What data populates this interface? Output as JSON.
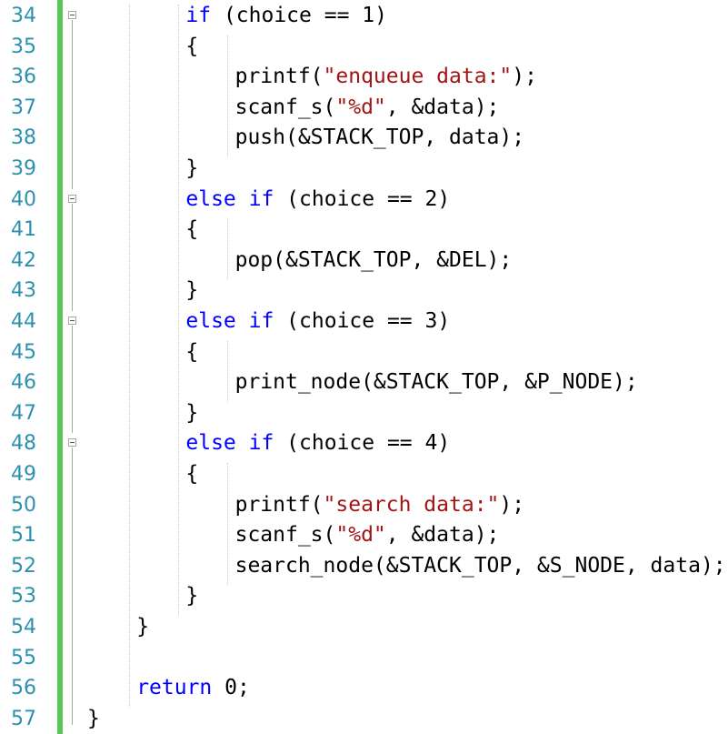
{
  "editor": {
    "lines": [
      {
        "num": "34",
        "indent": "        ",
        "segments": [
          {
            "t": "if",
            "c": "kw"
          },
          {
            "t": " (choice == 1)",
            "c": ""
          }
        ]
      },
      {
        "num": "35",
        "indent": "        ",
        "segments": [
          {
            "t": "{",
            "c": ""
          }
        ]
      },
      {
        "num": "36",
        "indent": "            ",
        "segments": [
          {
            "t": "printf(",
            "c": ""
          },
          {
            "t": "\"enqueue data:\"",
            "c": "str"
          },
          {
            "t": ");",
            "c": ""
          }
        ]
      },
      {
        "num": "37",
        "indent": "            ",
        "segments": [
          {
            "t": "scanf_s(",
            "c": ""
          },
          {
            "t": "\"%d\"",
            "c": "str"
          },
          {
            "t": ", &data);",
            "c": ""
          }
        ]
      },
      {
        "num": "38",
        "indent": "            ",
        "segments": [
          {
            "t": "push(&STACK_TOP, data);",
            "c": ""
          }
        ]
      },
      {
        "num": "39",
        "indent": "        ",
        "segments": [
          {
            "t": "}",
            "c": ""
          }
        ]
      },
      {
        "num": "40",
        "indent": "        ",
        "segments": [
          {
            "t": "else if",
            "c": "kw"
          },
          {
            "t": " (choice == 2)",
            "c": ""
          }
        ]
      },
      {
        "num": "41",
        "indent": "        ",
        "segments": [
          {
            "t": "{",
            "c": ""
          }
        ]
      },
      {
        "num": "42",
        "indent": "            ",
        "segments": [
          {
            "t": "pop(&STACK_TOP, &DEL);",
            "c": ""
          }
        ]
      },
      {
        "num": "43",
        "indent": "        ",
        "segments": [
          {
            "t": "}",
            "c": ""
          }
        ]
      },
      {
        "num": "44",
        "indent": "        ",
        "segments": [
          {
            "t": "else if",
            "c": "kw"
          },
          {
            "t": " (choice == 3)",
            "c": ""
          }
        ]
      },
      {
        "num": "45",
        "indent": "        ",
        "segments": [
          {
            "t": "{",
            "c": ""
          }
        ]
      },
      {
        "num": "46",
        "indent": "            ",
        "segments": [
          {
            "t": "print_node(&STACK_TOP, &P_NODE);",
            "c": ""
          }
        ]
      },
      {
        "num": "47",
        "indent": "        ",
        "segments": [
          {
            "t": "}",
            "c": ""
          }
        ]
      },
      {
        "num": "48",
        "indent": "        ",
        "segments": [
          {
            "t": "else if",
            "c": "kw"
          },
          {
            "t": " (choice == 4)",
            "c": ""
          }
        ]
      },
      {
        "num": "49",
        "indent": "        ",
        "segments": [
          {
            "t": "{",
            "c": ""
          }
        ]
      },
      {
        "num": "50",
        "indent": "            ",
        "segments": [
          {
            "t": "printf(",
            "c": ""
          },
          {
            "t": "\"search data:\"",
            "c": "str"
          },
          {
            "t": ");",
            "c": ""
          }
        ]
      },
      {
        "num": "51",
        "indent": "            ",
        "segments": [
          {
            "t": "scanf_s(",
            "c": ""
          },
          {
            "t": "\"%d\"",
            "c": "str"
          },
          {
            "t": ", &data);",
            "c": ""
          }
        ]
      },
      {
        "num": "52",
        "indent": "            ",
        "segments": [
          {
            "t": "search_node(&STACK_TOP, &S_NODE, data);",
            "c": ""
          }
        ]
      },
      {
        "num": "53",
        "indent": "        ",
        "segments": [
          {
            "t": "}",
            "c": ""
          }
        ]
      },
      {
        "num": "54",
        "indent": "    ",
        "segments": [
          {
            "t": "}",
            "c": ""
          }
        ]
      },
      {
        "num": "55",
        "indent": "",
        "segments": []
      },
      {
        "num": "56",
        "indent": "    ",
        "segments": [
          {
            "t": "return",
            "c": "kw"
          },
          {
            "t": " 0;",
            "c": ""
          }
        ]
      },
      {
        "num": "57",
        "indent": "",
        "segments": [
          {
            "t": "}",
            "c": ""
          }
        ]
      }
    ],
    "fold_lines": [
      "34",
      "40",
      "44",
      "48"
    ],
    "colors": {
      "keyword": "#0000ff",
      "string": "#a31515",
      "line_number": "#2b91af",
      "change_bar": "#57c657",
      "text": "#000000"
    }
  }
}
